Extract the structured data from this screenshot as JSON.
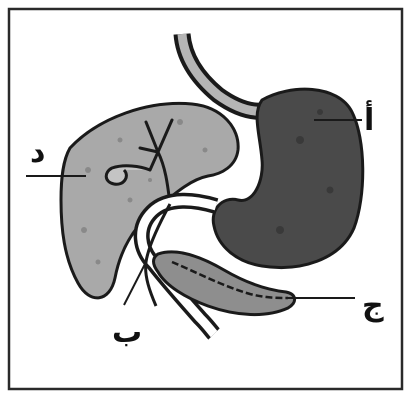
{
  "diagram": {
    "labels": {
      "alif": "أ",
      "ba": "ب",
      "jim": "ج",
      "dal": "د"
    },
    "colors": {
      "frame": "#2a2a2a",
      "outline": "#1a1a1a",
      "liver_fill": "#a9a9a9",
      "stomach_fill": "#4a4a4a",
      "pancreas_fill": "#8e8e8e",
      "gallbladder_fill": "#c4c4c4",
      "background": "#ffffff"
    }
  }
}
